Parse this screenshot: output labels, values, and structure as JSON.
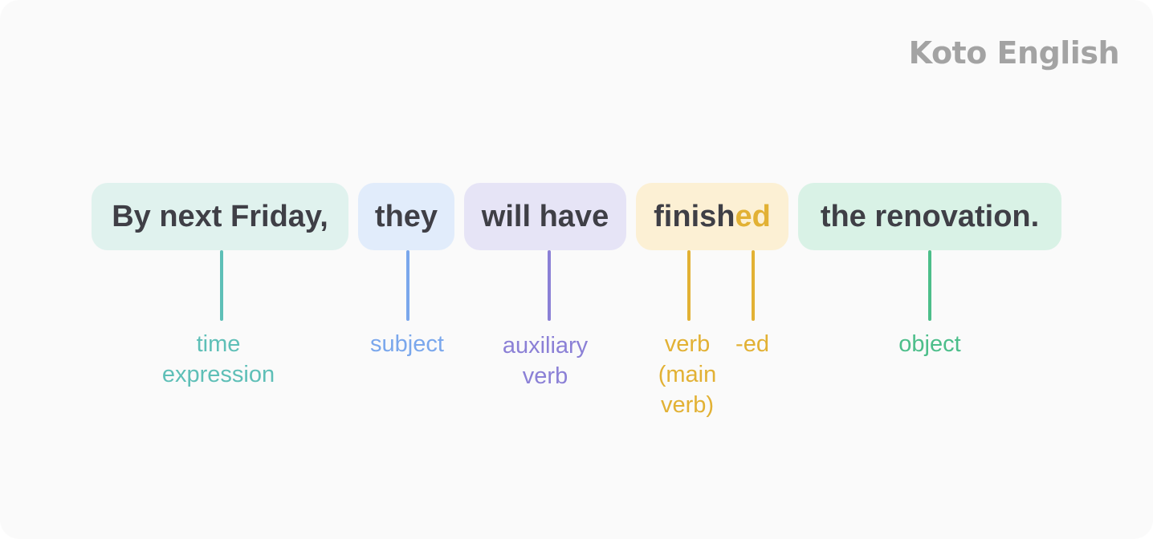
{
  "brand": {
    "name": "Koto English",
    "color": "#a3a3a3"
  },
  "sentence": {
    "segments": [
      {
        "id": "time",
        "text": "By next Friday,",
        "bg": "#e0f2ee",
        "line_color": "#5ebfb7",
        "label": "time\nexpression"
      },
      {
        "id": "subject",
        "text": "they",
        "bg": "#e1ecfb",
        "line_color": "#7aa7ec",
        "label": "subject"
      },
      {
        "id": "auxiliary",
        "text": "will have",
        "bg": "#e6e4f6",
        "line_color": "#8b80d6",
        "label": "auxiliary\nverb"
      },
      {
        "id": "main-verb",
        "text_stem": "finish",
        "text_suffix": "ed",
        "bg": "#fcf0d4",
        "line_color": "#e2b134",
        "label": "verb\n(main\nverb)",
        "suffix_label": "-ed"
      },
      {
        "id": "object",
        "text": "the renovation.",
        "bg": "#d9f2e6",
        "line_color": "#4cbe8a",
        "label": "object"
      }
    ]
  },
  "colors": {
    "background": "#fafafa",
    "word_text": "#3f3f46",
    "suffix_text": "#e2b134"
  }
}
